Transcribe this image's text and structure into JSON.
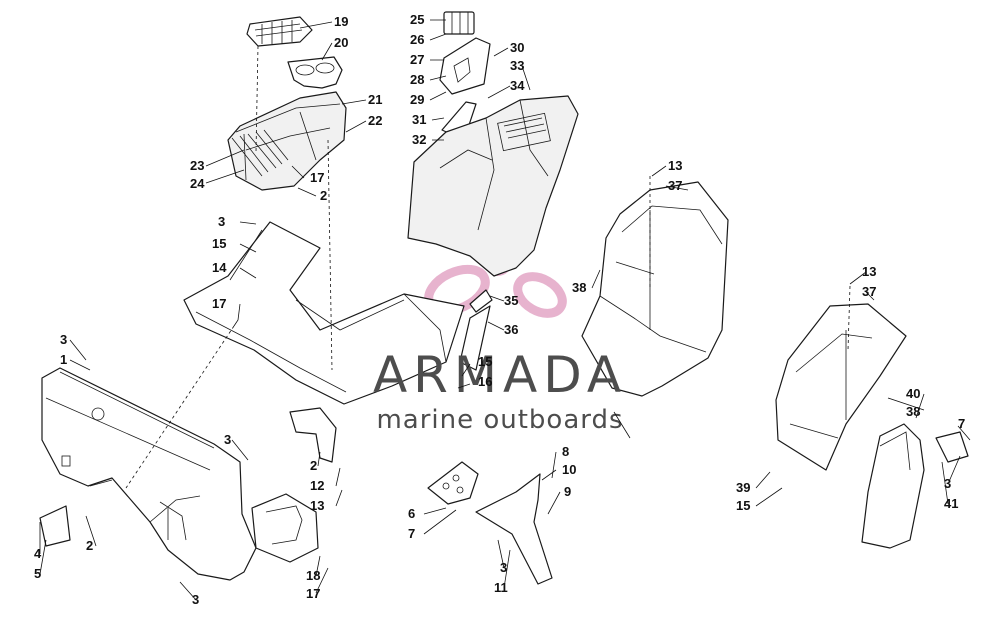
{
  "watermark": {
    "brand": "ARMADA",
    "tagline": "marine outboards",
    "logo_color": "#e3a6c6",
    "text_color": "#4d4d4d"
  },
  "callouts": [
    "19",
    "20",
    "21",
    "22",
    "23",
    "24",
    "17",
    "2",
    "25",
    "26",
    "27",
    "28",
    "29",
    "30",
    "33",
    "34",
    "31",
    "32",
    "13",
    "37",
    "38",
    "35",
    "36",
    "3",
    "15",
    "14",
    "17",
    "3",
    "1",
    "15",
    "16",
    "2",
    "12",
    "13",
    "3",
    "4",
    "5",
    "2",
    "18",
    "17",
    "3",
    "8",
    "10",
    "9",
    "6",
    "7",
    "3",
    "11",
    "39",
    "15",
    "13",
    "37",
    "40",
    "38",
    "7",
    "3",
    "41",
    "39",
    "15"
  ]
}
